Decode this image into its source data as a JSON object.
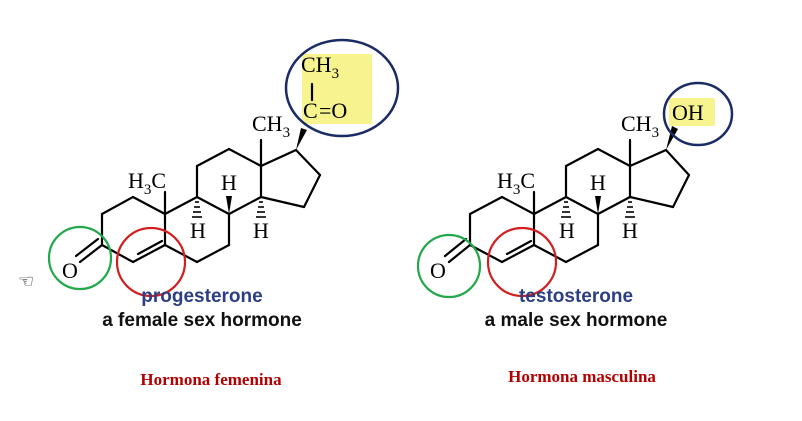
{
  "colors": {
    "molecule_name": "#2c3e84",
    "spanish_label": "#b30000",
    "highlight": "#f7f48f",
    "circle_navy": "#1a2b66",
    "circle_green": "#22a84a",
    "circle_red": "#d11f1f"
  },
  "cursor_icon": "pointing-hand",
  "cursor_glyph": "☜",
  "left": {
    "atoms": {
      "ch3_top": "CH",
      "ch3_top_sub": "3",
      "carbonyl_c": "C",
      "carbonyl_o": "=O",
      "methyl_18": "CH",
      "methyl_18_sub": "3",
      "methyl_19_h": "H",
      "methyl_19_sub": "3",
      "methyl_19_c": "C",
      "h8": "H",
      "h9": "H",
      "h14": "H",
      "ketone_o": "O"
    },
    "name": "progesterone",
    "description": "a female sex hormone",
    "spanish_label": "Hormona femenina"
  },
  "right": {
    "atoms": {
      "oh": "OH",
      "methyl_18": "CH",
      "methyl_18_sub": "3",
      "methyl_19_h": "H",
      "methyl_19_sub": "3",
      "methyl_19_c": "C",
      "h8": "H",
      "h9": "H",
      "h14": "H",
      "ketone_o": "O"
    },
    "name": "testosterone",
    "description": "a male sex hormone",
    "spanish_label": "Hormona masculina"
  }
}
